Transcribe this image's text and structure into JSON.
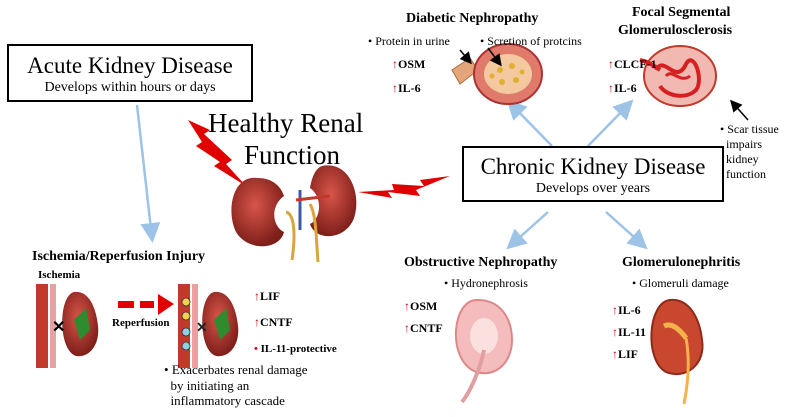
{
  "center": {
    "title_line1": "Healthy Renal",
    "title_line2": "Function"
  },
  "acute": {
    "title": "Acute Kidney Disease",
    "subtitle": "Develops within hours or days"
  },
  "chronic": {
    "title": "Chronic Kidney Disease",
    "subtitle": "Develops over years"
  },
  "diabetic": {
    "title": "Diabetic Nephropathy",
    "bullets": [
      "Protein in urine",
      "Scretion of protcins"
    ],
    "markers": [
      "OSM",
      "IL-6"
    ]
  },
  "fsgs": {
    "title_line1": "Focal Segmental",
    "title_line2": "Glomerulosclerosis",
    "markers": [
      "CLCF-1",
      "IL-6"
    ],
    "note_lines": [
      "Scar tissue",
      "impairs",
      "kidney",
      "function"
    ]
  },
  "ischemia": {
    "title": "Ischemia/Reperfusion Injury",
    "ischemia_label": "Ischemia",
    "reperfusion_label": "Reperfusion",
    "markers": [
      "LIF",
      "CNTF"
    ],
    "protective": "IL-11-protective",
    "note_lines": [
      "Exacerbates renal damage",
      "by initiating an",
      "inflammatory cascade"
    ]
  },
  "obstructive": {
    "title": "Obstructive Nephropathy",
    "bullet": "Hydronephrosis",
    "markers": [
      "OSM",
      "CNTF"
    ]
  },
  "glomerulo": {
    "title": "Glomerulonephritis",
    "bullet": "Glomeruli damage",
    "markers": [
      "IL-6",
      "IL-11",
      "LIF"
    ]
  },
  "colors": {
    "arrow_blue": "#9dc3e6",
    "red": "#e00000",
    "kidney": "#a8312a",
    "vessel": "#c0392b"
  }
}
